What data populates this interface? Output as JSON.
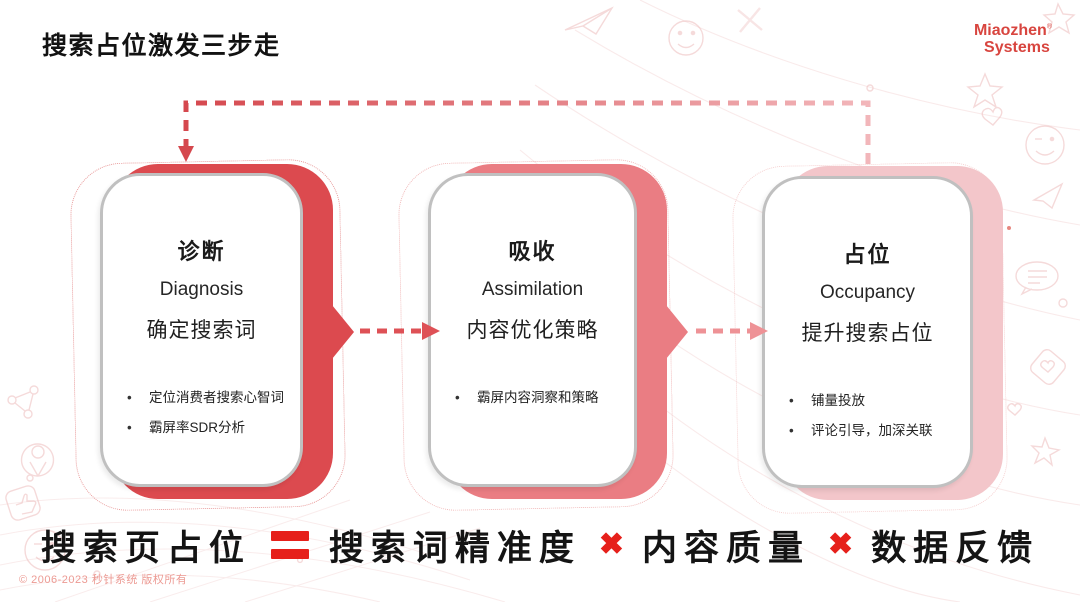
{
  "slide": {
    "title": "搜索占位激发三步走",
    "logo": {
      "line1": "Miaozhen",
      "registered": "®",
      "line2": "Systems"
    },
    "copyright": "© 2006-2023 秒针系统 版权所有"
  },
  "steps": [
    {
      "title_zh": "诊断",
      "title_en": "Diagnosis",
      "subtitle": "确定搜索词",
      "bullets": [
        "定位消费者搜索心智词",
        "霸屏率SDR分析"
      ]
    },
    {
      "title_zh": "吸收",
      "title_en": "Assimilation",
      "subtitle": "内容优化策略",
      "bullets": [
        "霸屏内容洞察和策略"
      ]
    },
    {
      "title_zh": "占位",
      "title_en": "Occupancy",
      "subtitle": "提升搜索占位",
      "bullets": [
        "铺量投放",
        "评论引导，加深关联"
      ]
    }
  ],
  "formula": {
    "lhs": "搜索页占位",
    "equals": "=",
    "times": "✖",
    "terms": [
      "搜索词精准度",
      "内容质量",
      "数据反馈"
    ]
  },
  "flow": {
    "forward_arrows": [
      "diagnosis→assimilation",
      "assimilation→occupancy"
    ],
    "feedback_loop": "occupancy→diagnosis"
  },
  "decorations": [
    "paper-plane-icon",
    "smiley-icon",
    "wink-smiley-icon",
    "star-icon",
    "heart-icon",
    "cross-sketch-icon",
    "speech-lines-icon",
    "diamond-heart-icon",
    "share-nodes-icon",
    "location-pin-icon",
    "thumbs-up-icon",
    "mesh-lines",
    "sweep-arcs"
  ],
  "colors": {
    "accent-1": "#dc4a4f",
    "accent-2": "#ea7d83",
    "accent-3": "#f3c6ca",
    "arrow-1": "#de5156",
    "arrow-2": "#ee9296",
    "loop-start": "#d5484e",
    "loop-end": "#f2b6ba",
    "formula-red": "#e6201b",
    "logo-red": "#d8453f",
    "copyright-pink": "#ec9a93",
    "dotted-1": "#e27b7b",
    "dotted-2": "#eda3a3",
    "dotted-3": "#f3c3c3",
    "card-border": "#c0c0c0",
    "doodle-pink": "#eec1c1"
  }
}
